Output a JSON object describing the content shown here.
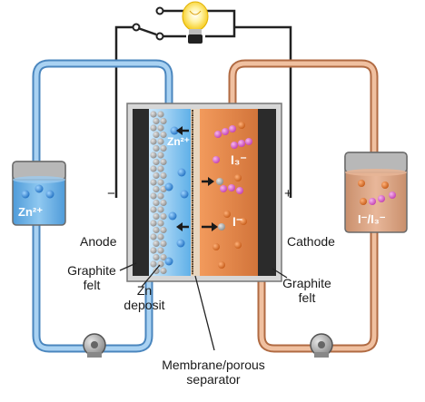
{
  "diagram": {
    "labels": {
      "anode": "Anode",
      "cathode": "Cathode",
      "graphite_felt_left": [
        "Graphite",
        "felt"
      ],
      "graphite_felt_right": [
        "Graphite",
        "felt"
      ],
      "zn_deposit": [
        "Zn",
        "deposit"
      ],
      "membrane": [
        "Membrane/porous",
        "separator"
      ],
      "minus": "−",
      "plus": "+"
    },
    "ions": {
      "zn_left_tank": "Zn²⁺",
      "zn_cell": "Zn²⁺",
      "i3_cell": "I₃⁻",
      "i_cell": "I⁻",
      "right_tank": "I⁻/I₃⁻"
    },
    "colors": {
      "anolyte_pipe": "#7fb2e0",
      "catholyte_pipe": "#d9a07e",
      "wire": "#222222",
      "bulb": "#ffe680",
      "anolyte": "#7ec4ee",
      "catholyte": "#e98a4e",
      "graphite": "#2b2b2b"
    }
  }
}
